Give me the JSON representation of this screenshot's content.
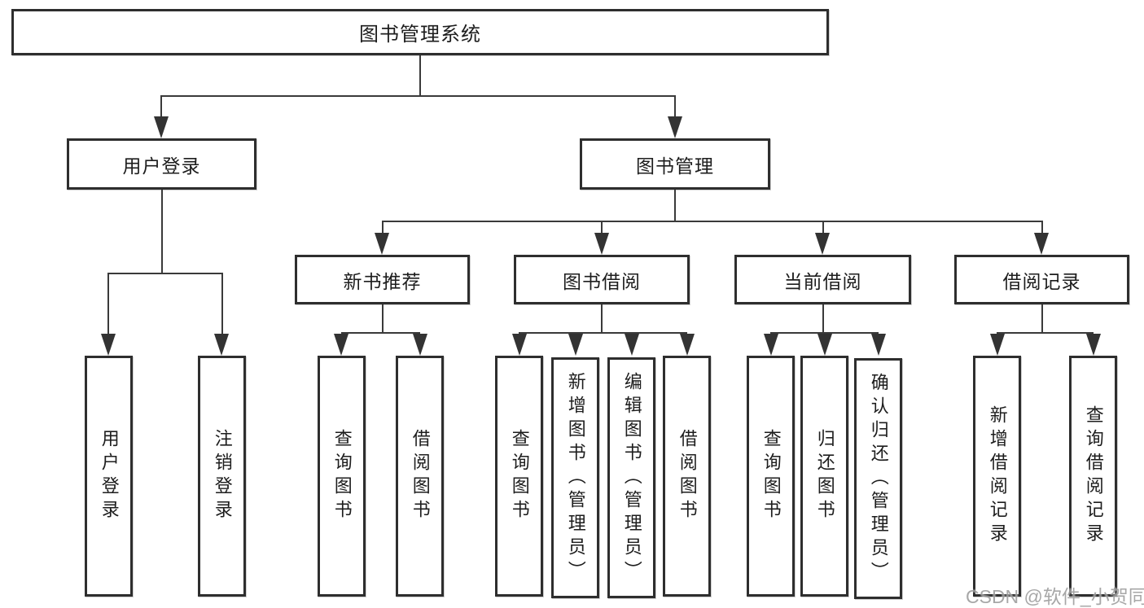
{
  "nodes": {
    "root": "图书管理系统",
    "user_login_group": "用户登录",
    "book_mgmt": "图书管理",
    "user_login": "用户登录",
    "logout": "注销登录",
    "new_book_rec": "新书推荐",
    "book_borrow": "图书借阅",
    "current_borrow": "当前借阅",
    "borrow_records": "借阅记录",
    "nb_query": "查询图书",
    "nb_borrow": "借阅图书",
    "bb_query": "查询图书",
    "bb_add": "新增图书（管理员）",
    "bb_edit": "编辑图书（管理员）",
    "bb_borrow": "借阅图书",
    "cb_query": "查询图书",
    "cb_return": "归还图书",
    "cb_confirm": "确认归还（管理员）",
    "br_add": "新增借阅记录",
    "br_query": "查询借阅记录"
  },
  "hierarchy": {
    "图书管理系统": {
      "用户登录": [
        "用户登录",
        "注销登录"
      ],
      "图书管理": {
        "新书推荐": [
          "查询图书",
          "借阅图书"
        ],
        "图书借阅": [
          "查询图书",
          "新增图书（管理员）",
          "编辑图书（管理员）",
          "借阅图书"
        ],
        "当前借阅": [
          "查询图书",
          "归还图书",
          "确认归还（管理员）"
        ],
        "借阅记录": [
          "新增借阅记录",
          "查询借阅记录"
        ]
      }
    }
  },
  "watermark": "CSDN @软件_小贺同学",
  "colors": {
    "background": "#ffffff",
    "box_border": "#2e2e2e",
    "line": "#3a3a3a",
    "text": "#1d1d1d",
    "watermark": "#9e9e9e"
  }
}
